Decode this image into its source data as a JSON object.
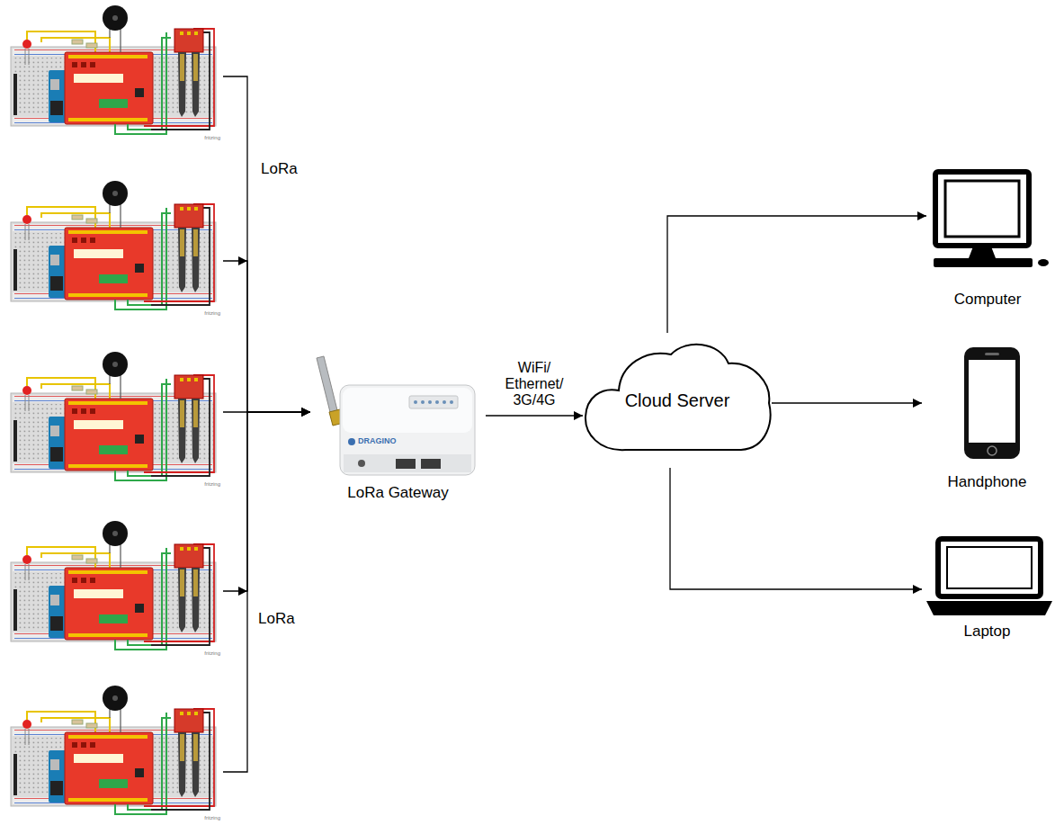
{
  "diagram": {
    "nodes": [
      {
        "text": [
          "fritzing"
        ]
      },
      {
        "text": [
          "fritzing"
        ]
      },
      {
        "text": [
          "fritzing"
        ]
      },
      {
        "text": [
          "fritzing"
        ]
      },
      {
        "text": [
          "fritzing"
        ]
      },
      {
        "text": [
          "LoRa Gateway"
        ]
      },
      {
        "text": [
          "Cloud Server"
        ]
      },
      {
        "text": [
          "Computer"
        ]
      },
      {
        "text": [
          "Handphone"
        ]
      },
      {
        "text": [
          "Laptop"
        ]
      }
    ],
    "edges": [
      {
        "from": 0,
        "to": 5,
        "arrow": "to"
      },
      {
        "from": 1,
        "to": 5,
        "arrow": "to"
      },
      {
        "from": 2,
        "to": 5,
        "arrow": "to"
      },
      {
        "from": 3,
        "to": 5,
        "arrow": "to"
      },
      {
        "from": 4,
        "to": 5,
        "arrow": "to"
      },
      {
        "from": 5,
        "to": 6,
        "arrow": "to",
        "label": "WiFi/ Ethernet/ 3G/4G"
      },
      {
        "from": 6,
        "to": 7,
        "arrow": "to"
      },
      {
        "from": 6,
        "to": 8,
        "arrow": "to"
      },
      {
        "from": 6,
        "to": 9,
        "arrow": "to"
      }
    ],
    "labels": [
      "LoRa",
      "LoRa",
      "DRAGINO"
    ]
  }
}
